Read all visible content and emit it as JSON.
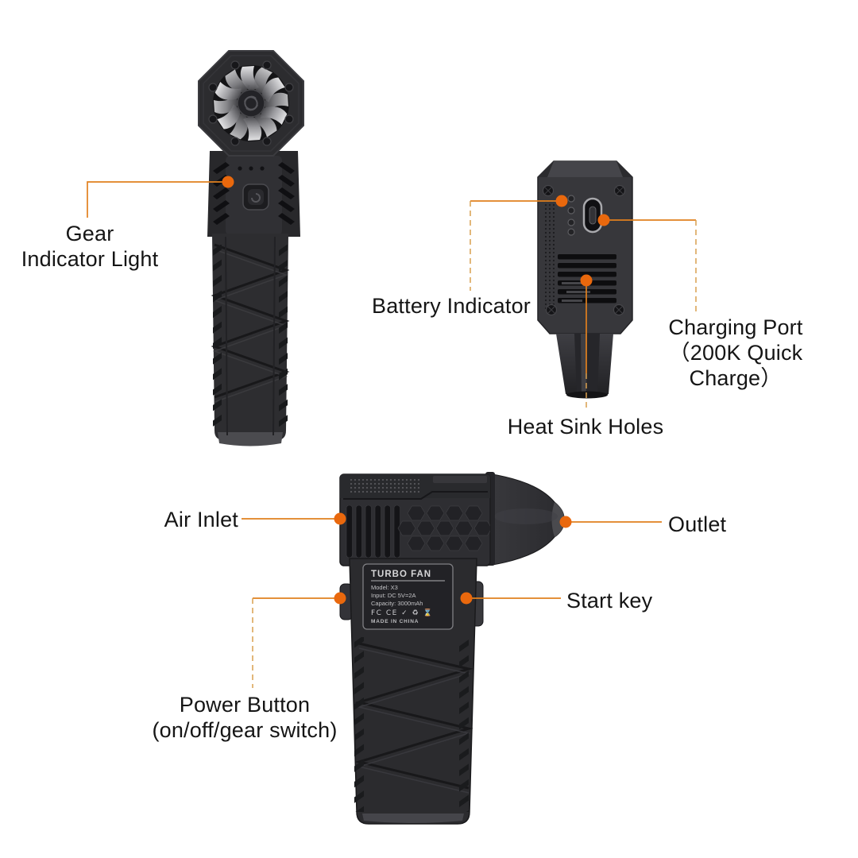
{
  "page": {
    "background": "#ffffff",
    "description_colors": {
      "accent_line": "#e1801e",
      "accent_dot": "#e9680d",
      "accent_dash": "#d99f4e",
      "label_text": "#151515",
      "device_body": "#2d2d30"
    }
  },
  "callouts": {
    "gear_indicator_light": {
      "label": "Gear\nIndicator Light"
    },
    "battery_indicator": {
      "label": "Battery Indicator"
    },
    "charging_port": {
      "label": "Charging Port\n（200K Quick Charge）"
    },
    "heat_sink_holes": {
      "label": "Heat Sink Holes"
    },
    "air_inlet": {
      "label": "Air Inlet"
    },
    "outlet": {
      "label": "Outlet"
    },
    "start_key": {
      "label": "Start key"
    },
    "power_button": {
      "label": "Power Button\n(on/off/gear switch)"
    }
  },
  "side_view_spec_plate": {
    "title": "TURBO FAN",
    "model": "Model: X3",
    "input": "Input: DC 5V=2A",
    "capacity": "Capacity: 3000mAh",
    "certifications": "FC CE ✓ ♻ ⌛",
    "origin": "MADE IN CHINA"
  }
}
